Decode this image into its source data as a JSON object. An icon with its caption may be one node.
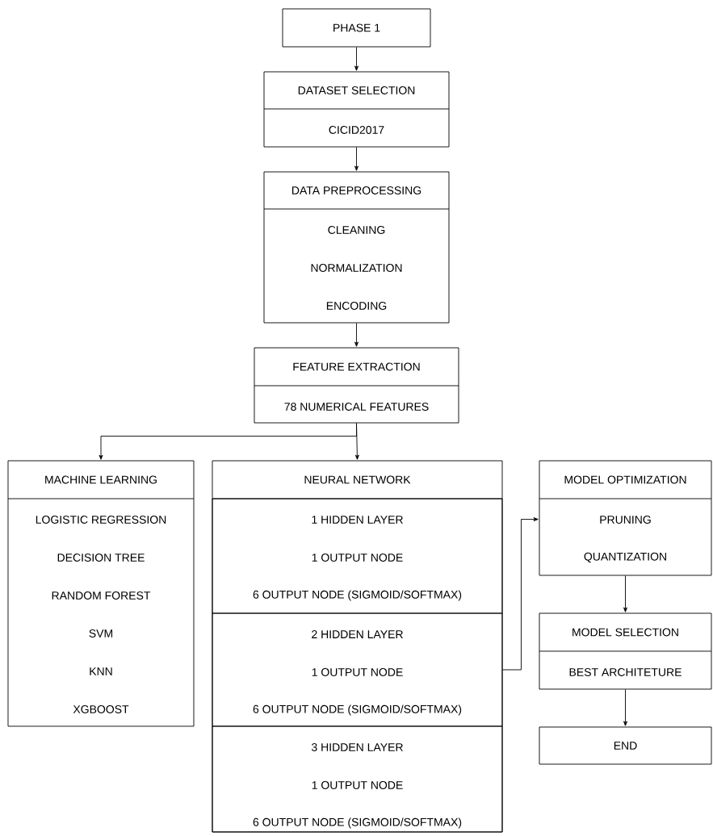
{
  "diagram": {
    "nodes": [
      {
        "text": [
          "PHASE 1"
        ]
      },
      {
        "text": [
          "DATASET SELECTION",
          "CICID2017"
        ]
      },
      {
        "text": [
          "DATA PREPROCESSING",
          "CLEANING",
          "NORMALIZATION",
          "ENCODING"
        ]
      },
      {
        "text": [
          "FEATURE EXTRACTION",
          "78 NUMERICAL FEATURES"
        ]
      },
      {
        "text": [
          "MACHINE LEARNING",
          "LOGISTIC REGRESSION",
          "DECISION TREE",
          "RANDOM FOREST",
          "SVM",
          "KNN",
          "XGBOOST"
        ]
      },
      {
        "text": [
          "NEURAL NETWORK"
        ]
      },
      {
        "text": [
          "1 HIDDEN LAYER",
          "1 OUTPUT NODE",
          "6 OUTPUT NODE (SIGMOID/SOFTMAX)"
        ],
        "in": 5
      },
      {
        "text": [
          "2 HIDDEN LAYER",
          "1 OUTPUT NODE",
          "6 OUTPUT NODE (SIGMOID/SOFTMAX)"
        ],
        "in": 5
      },
      {
        "text": [
          "3 HIDDEN LAYER",
          "1 OUTPUT NODE",
          "6 OUTPUT NODE (SIGMOID/SOFTMAX)"
        ],
        "in": 5
      },
      {
        "text": [
          "MODEL OPTIMIZATION",
          "PRUNING",
          "QUANTIZATION"
        ]
      },
      {
        "text": [
          "MODEL SELECTION",
          "BEST ARCHITETURE"
        ]
      },
      {
        "text": [
          "END"
        ]
      }
    ],
    "edges": [
      {
        "from": 0,
        "to": 1,
        "arrow": "to"
      },
      {
        "from": 1,
        "to": 2,
        "arrow": "to"
      },
      {
        "from": 2,
        "to": 3,
        "arrow": "to"
      },
      {
        "from": 3,
        "to": 4,
        "arrow": "to"
      },
      {
        "from": 3,
        "to": 5,
        "arrow": "to"
      },
      {
        "from": 7,
        "to": 9,
        "arrow": "to"
      },
      {
        "from": 9,
        "to": 10,
        "arrow": "to"
      },
      {
        "from": 10,
        "to": 11,
        "arrow": "to"
      }
    ]
  }
}
